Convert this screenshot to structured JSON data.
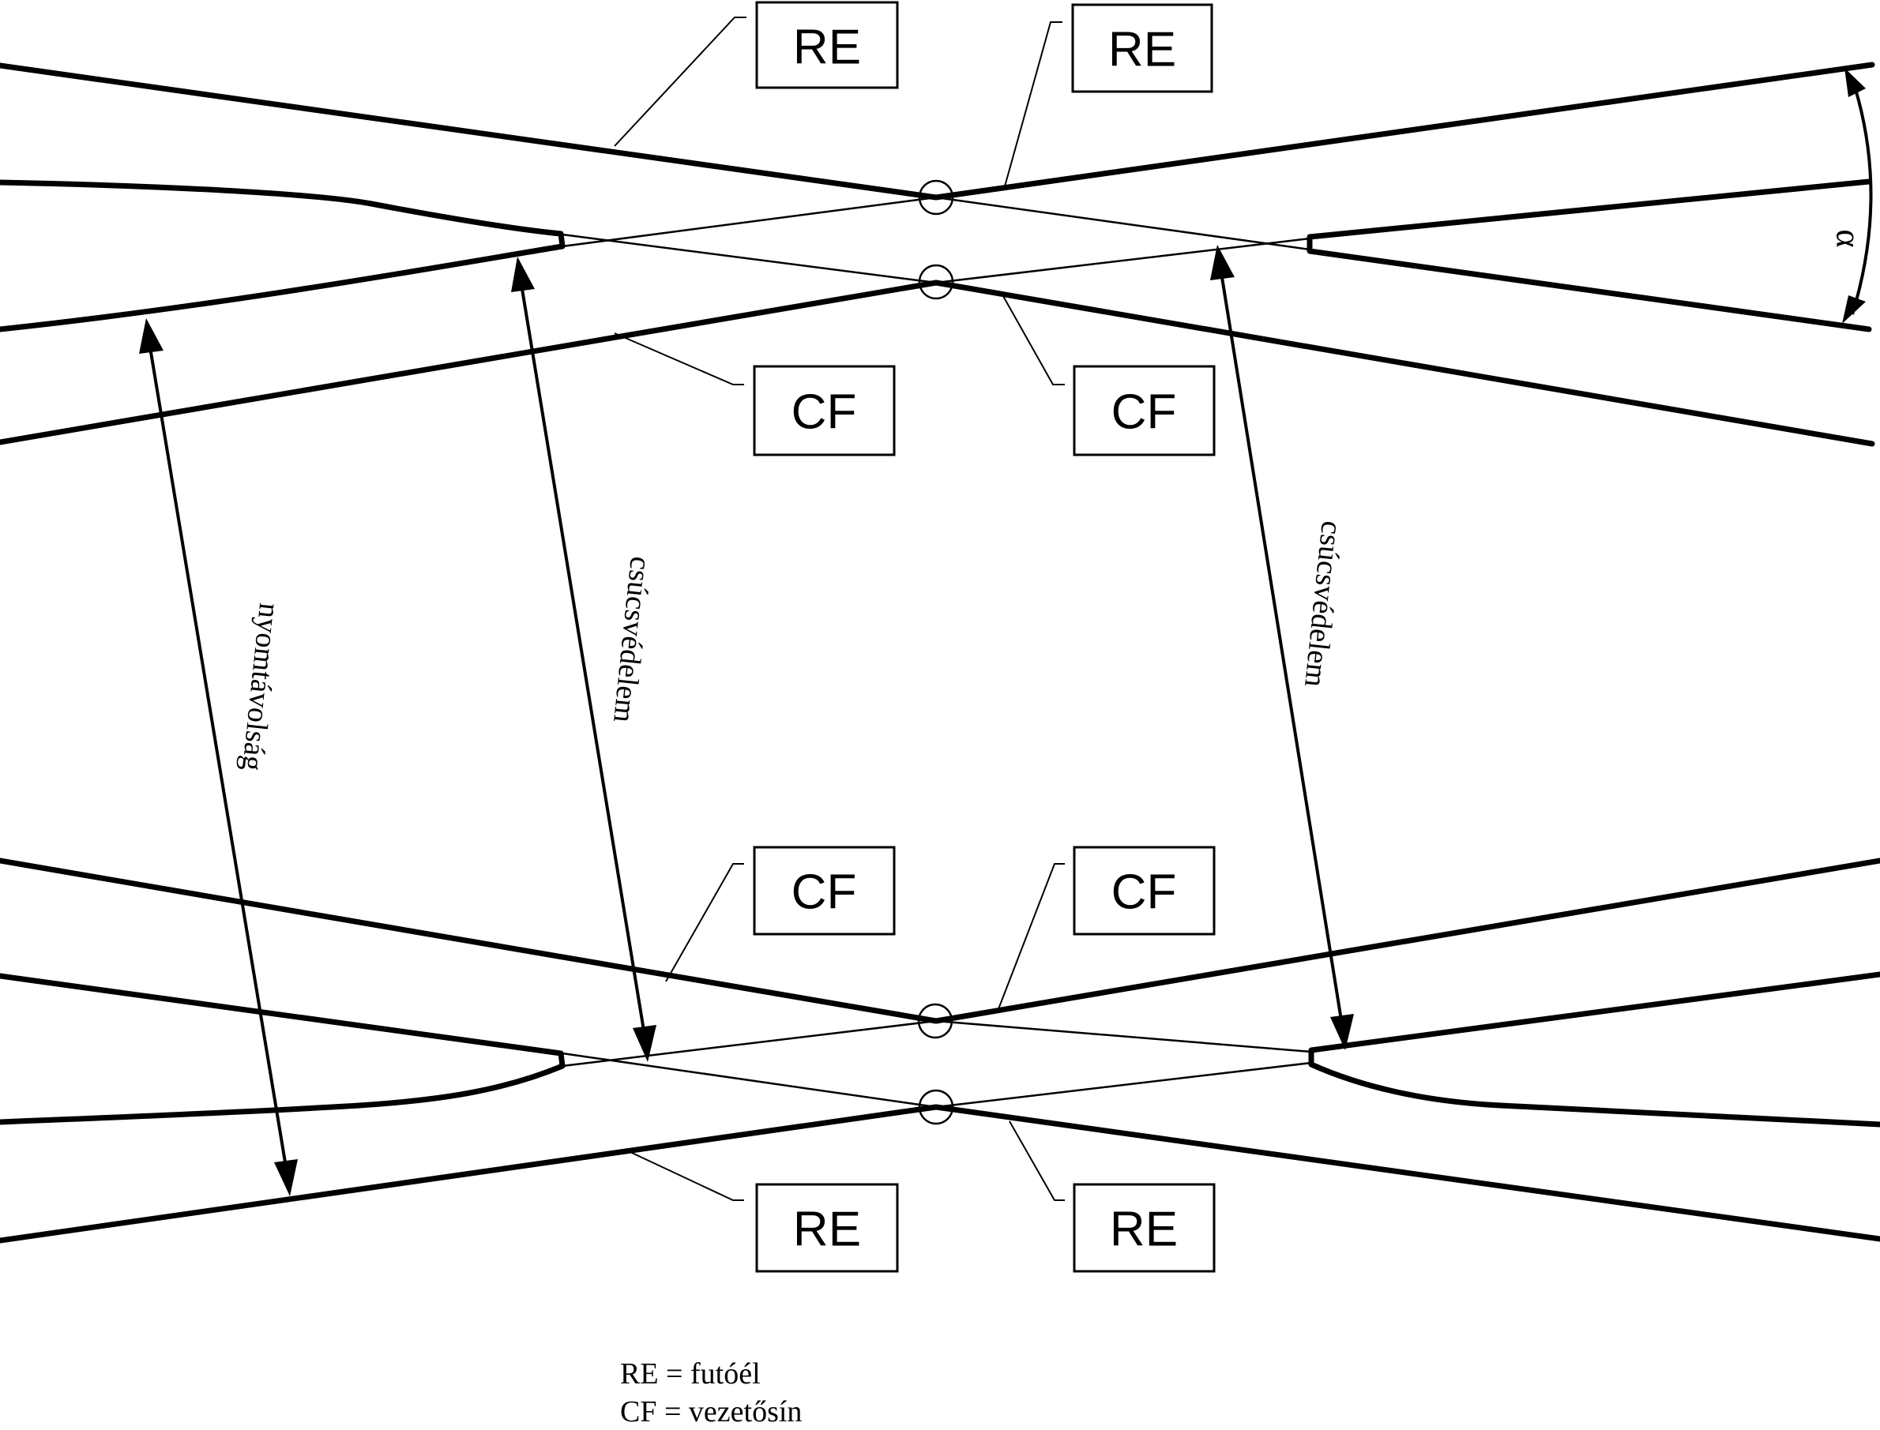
{
  "labels": {
    "rail_edge": "RE",
    "check_rail": "CF"
  },
  "dimensions": {
    "track_gauge": "nyomtávolság",
    "point_protection": "csúcsvédelem",
    "angle": "α"
  },
  "legend": {
    "line1": "RE = futóél",
    "line2": "CF = vezetősín"
  }
}
